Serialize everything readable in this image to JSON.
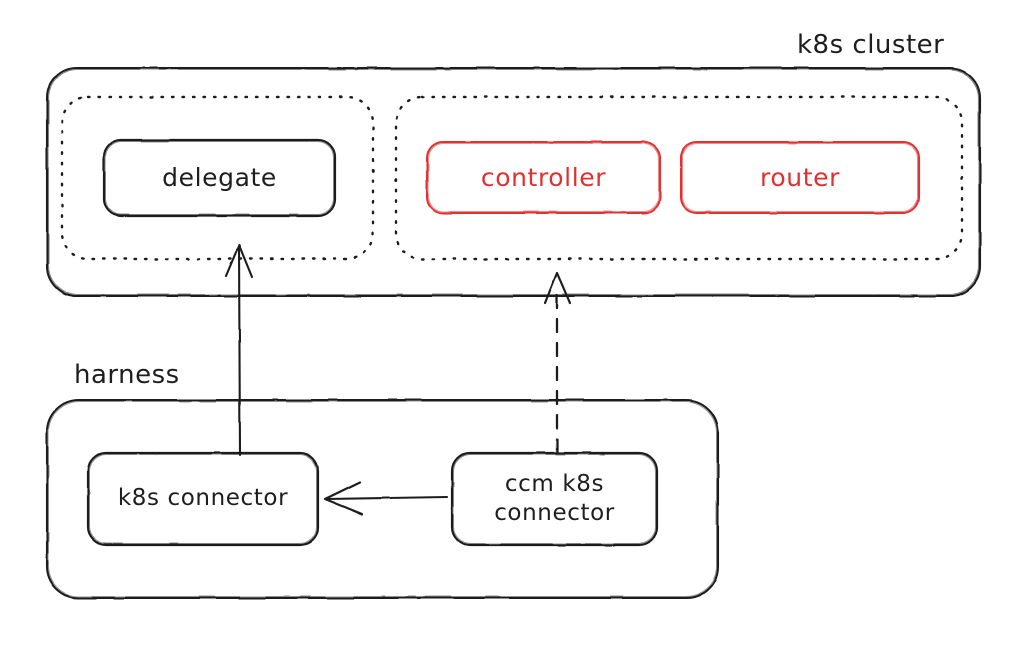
{
  "diagram": {
    "title_label": "k8s cluster",
    "background": "#ffffff",
    "stroke_color": "#1e1e1e",
    "accent_color": "#e03131",
    "style": "hand-drawn sketch",
    "containers": [
      {
        "id": "k8s-cluster",
        "label": "k8s cluster",
        "label_position": "top-right-outside",
        "border": "solid",
        "color": "#1e1e1e"
      },
      {
        "id": "harness",
        "label": "harness",
        "label_position": "top-left-outside",
        "border": "solid",
        "color": "#1e1e1e"
      },
      {
        "id": "delegate-group",
        "label": "",
        "border": "dotted",
        "color": "#1e1e1e"
      },
      {
        "id": "services-group",
        "label": "",
        "border": "dotted",
        "color": "#1e1e1e"
      }
    ],
    "nodes": [
      {
        "id": "delegate",
        "label": "delegate",
        "color": "#1e1e1e",
        "parent": "delegate-group"
      },
      {
        "id": "controller",
        "label": "controller",
        "color": "#e03131",
        "parent": "services-group"
      },
      {
        "id": "router",
        "label": "router",
        "color": "#e03131",
        "parent": "services-group"
      },
      {
        "id": "k8s-connector",
        "label": "k8s connector",
        "color": "#1e1e1e",
        "parent": "harness"
      },
      {
        "id": "ccm-k8s-connector",
        "label_line1": "ccm k8s",
        "label_line2": "connector",
        "color": "#1e1e1e",
        "parent": "harness"
      }
    ],
    "arrows": [
      {
        "id": "connector-to-delegate",
        "from": "k8s-connector",
        "to": "delegate",
        "style": "solid",
        "direction": "up"
      },
      {
        "id": "ccm-to-services",
        "from": "ccm-k8s-connector",
        "to": "services-group",
        "style": "dashed",
        "direction": "up"
      },
      {
        "id": "ccm-to-connector",
        "from": "ccm-k8s-connector",
        "to": "k8s-connector",
        "style": "solid",
        "direction": "left"
      }
    ]
  }
}
